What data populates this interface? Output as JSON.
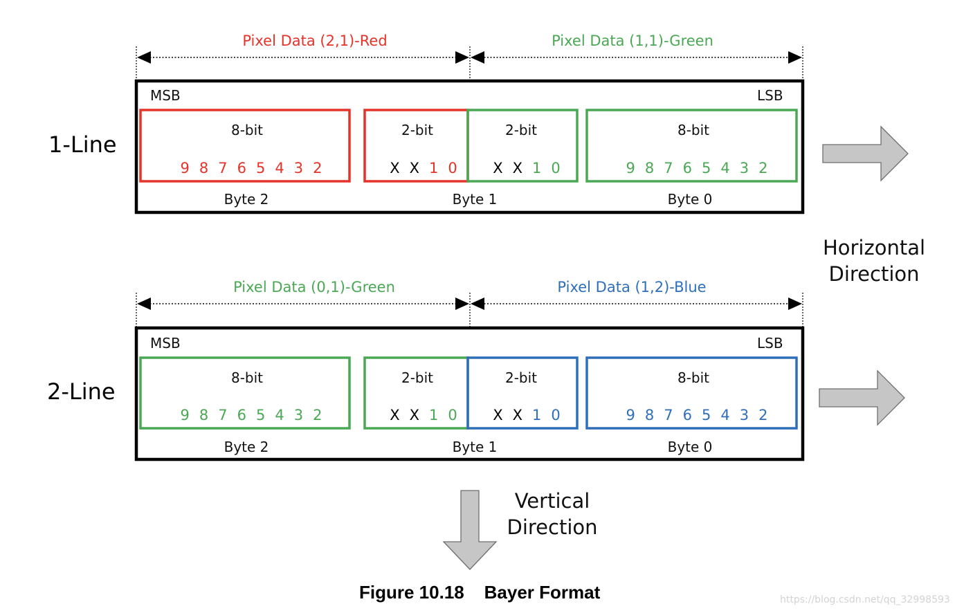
{
  "colors": {
    "red": "#e6332a",
    "green": "#4aa855",
    "blue": "#2f6fba",
    "black": "#000000",
    "arrow_fill": "#c6c6c6",
    "arrow_stroke": "#6e6e6e"
  },
  "rows": [
    {
      "line_label": "1-Line",
      "msb": "MSB",
      "lsb": "LSB",
      "left_pixel": {
        "label": "Pixel Data (2,1)-Red",
        "color": "red"
      },
      "right_pixel": {
        "label": "Pixel Data (1,1)-Green",
        "color": "green"
      },
      "boxes": [
        {
          "head": "8-bit",
          "bits": [
            "9",
            "8",
            "7",
            "6",
            "5",
            "4",
            "3",
            "2"
          ],
          "bit_colors": [
            "red",
            "red",
            "red",
            "red",
            "red",
            "red",
            "red",
            "red"
          ],
          "color": "red"
        },
        {
          "head": "2-bit",
          "bits": [
            "X",
            "X",
            "1",
            "0"
          ],
          "bit_colors": [
            "black",
            "black",
            "red",
            "red"
          ],
          "color": "red"
        },
        {
          "head": "2-bit",
          "bits": [
            "X",
            "X",
            "1",
            "0"
          ],
          "bit_colors": [
            "black",
            "black",
            "green",
            "green"
          ],
          "color": "green"
        },
        {
          "head": "8-bit",
          "bits": [
            "9",
            "8",
            "7",
            "6",
            "5",
            "4",
            "3",
            "2"
          ],
          "bit_colors": [
            "green",
            "green",
            "green",
            "green",
            "green",
            "green",
            "green",
            "green"
          ],
          "color": "green"
        }
      ],
      "bytes": [
        "Byte 2",
        "Byte 1",
        "Byte 0"
      ]
    },
    {
      "line_label": "2-Line",
      "msb": "MSB",
      "lsb": "LSB",
      "left_pixel": {
        "label": "Pixel Data (0,1)-Green",
        "color": "green"
      },
      "right_pixel": {
        "label": "Pixel Data (1,2)-Blue",
        "color": "blue"
      },
      "boxes": [
        {
          "head": "8-bit",
          "bits": [
            "9",
            "8",
            "7",
            "6",
            "5",
            "4",
            "3",
            "2"
          ],
          "bit_colors": [
            "green",
            "green",
            "green",
            "green",
            "green",
            "green",
            "green",
            "green"
          ],
          "color": "green"
        },
        {
          "head": "2-bit",
          "bits": [
            "X",
            "X",
            "1",
            "0"
          ],
          "bit_colors": [
            "black",
            "black",
            "green",
            "green"
          ],
          "color": "green"
        },
        {
          "head": "2-bit",
          "bits": [
            "X",
            "X",
            "1",
            "0"
          ],
          "bit_colors": [
            "black",
            "black",
            "blue",
            "blue"
          ],
          "color": "blue"
        },
        {
          "head": "8-bit",
          "bits": [
            "9",
            "8",
            "7",
            "6",
            "5",
            "4",
            "3",
            "2"
          ],
          "bit_colors": [
            "blue",
            "blue",
            "blue",
            "blue",
            "blue",
            "blue",
            "blue",
            "blue"
          ],
          "color": "blue"
        }
      ],
      "bytes": [
        "Byte 2",
        "Byte 1",
        "Byte 0"
      ]
    }
  ],
  "horizontal_direction": {
    "line1": "Horizontal",
    "line2": "Direction"
  },
  "vertical_direction": {
    "line1": "Vertical",
    "line2": "Direction"
  },
  "caption": "Figure 10.18    Bayer Format",
  "watermark": "https://blog.csdn.net/qq_32998593"
}
